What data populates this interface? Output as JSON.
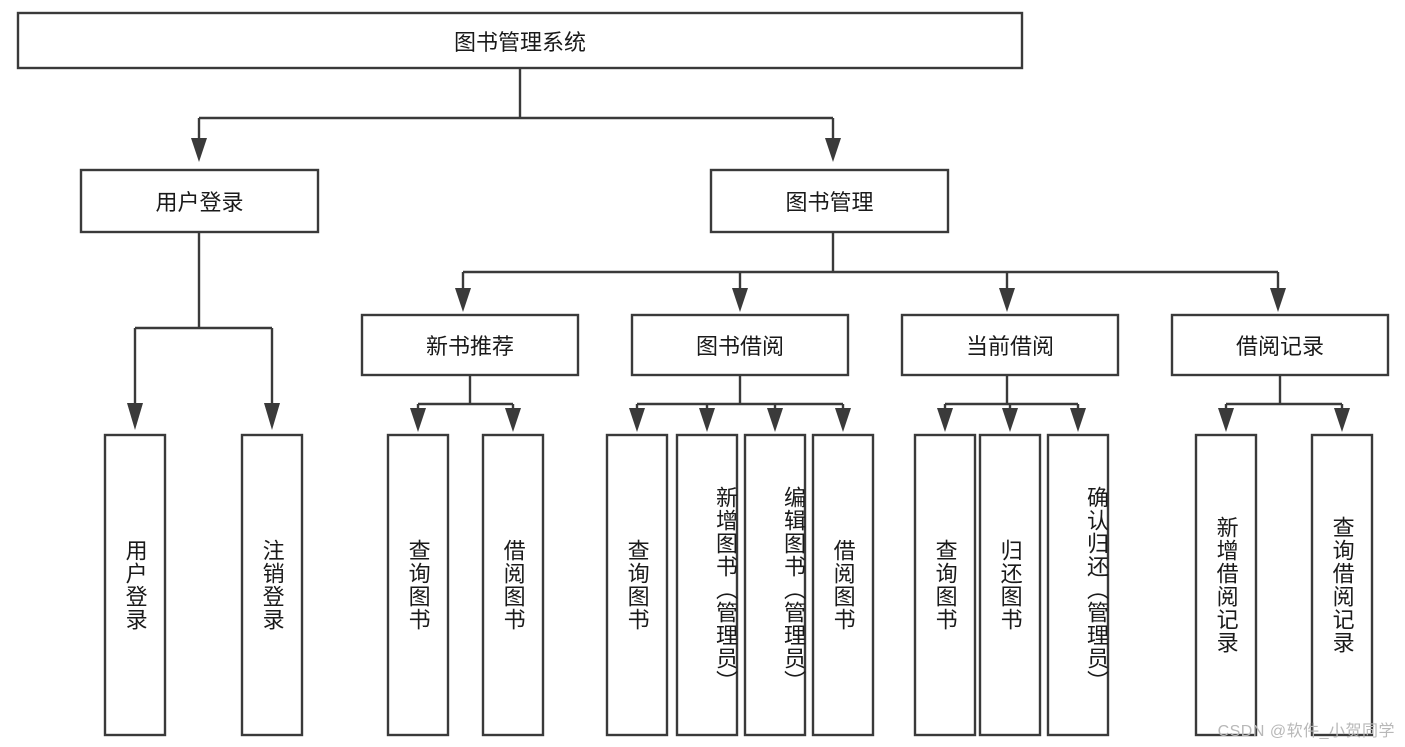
{
  "diagram": {
    "type": "tree-hierarchy",
    "title": "图书管理系统",
    "watermark": "CSDN @软件_小贺同学",
    "colors": {
      "box_stroke": "#3a3a3a",
      "box_fill": "#ffffff",
      "text": "#1a1a1a",
      "background": "#ffffff",
      "watermark": "#b8b8b8"
    },
    "root": {
      "label": "图书管理系统"
    },
    "level2": [
      {
        "label": "用户登录"
      },
      {
        "label": "图书管理"
      }
    ],
    "level3": [
      {
        "label": "新书推荐"
      },
      {
        "label": "图书借阅"
      },
      {
        "label": "当前借阅"
      },
      {
        "label": "借阅记录"
      }
    ],
    "leaves_user_login": [
      {
        "label": "用户登录"
      },
      {
        "label": "注销登录"
      }
    ],
    "leaves_new_book": [
      {
        "label": "查询图书"
      },
      {
        "label": "借阅图书"
      }
    ],
    "leaves_book_borrow": [
      {
        "label": "查询图书"
      },
      {
        "label": "新增图书（管理员）"
      },
      {
        "label": "编辑图书（管理员）"
      },
      {
        "label": "借阅图书"
      }
    ],
    "leaves_current_borrow": [
      {
        "label": "查询图书"
      },
      {
        "label": "归还图书"
      },
      {
        "label": "确认归还（管理员）"
      }
    ],
    "leaves_borrow_record": [
      {
        "label": "新增借阅记录"
      },
      {
        "label": "查询借阅记录"
      }
    ]
  }
}
